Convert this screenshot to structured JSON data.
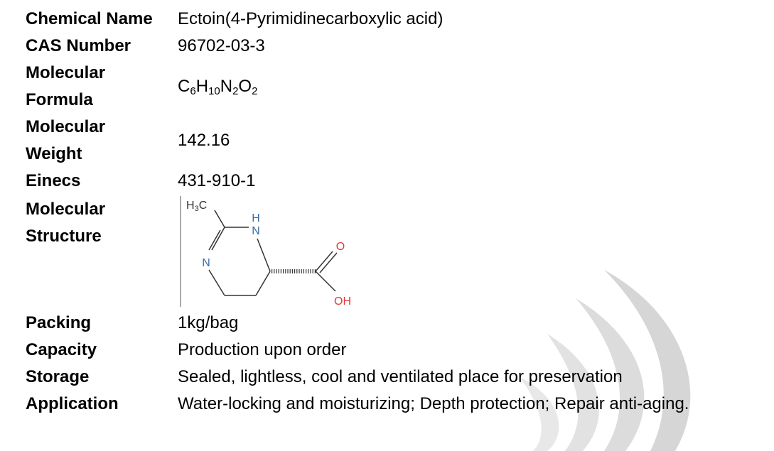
{
  "rows": [
    {
      "label": "Chemical Name",
      "value": "Ectoin(4-Pyrimidinecarboxylic acid)"
    },
    {
      "label": "CAS Number",
      "value": "96702-03-3"
    },
    {
      "label_line1": "Molecular",
      "label_line2": "Formula",
      "formula": {
        "c": "C",
        "c_n": "6",
        "h": "H",
        "h_n": "10",
        "n": "N",
        "n_n": "2",
        "o": "O",
        "o_n": "2"
      }
    },
    {
      "label_line1": "Molecular",
      "label_line2": "Weight",
      "value": "142.16"
    },
    {
      "label": "Einecs",
      "value": "431-910-1"
    },
    {
      "label_line1": "Molecular",
      "label_line2": "Structure",
      "atoms": {
        "methyl": "H",
        "methyl_sub": "3",
        "methyl_c": "C",
        "nh_h": "H",
        "nh_n": "N",
        "n": "N",
        "o": "O",
        "oh": "OH"
      }
    },
    {
      "label": "Packing",
      "value": "1kg/bag"
    },
    {
      "label": "Capacity",
      "value": "Production upon order"
    },
    {
      "label": "Storage",
      "value": "Sealed, lightless, cool and ventilated place for preservation"
    },
    {
      "label": "Application",
      "value": "Water-locking and moisturizing; Depth protection; Repair anti-aging."
    }
  ],
  "colors": {
    "nitrogen": "#3a6ea5",
    "oxygen": "#e03a3a",
    "bond": "#333333",
    "watermark": "#cfcfcf"
  }
}
